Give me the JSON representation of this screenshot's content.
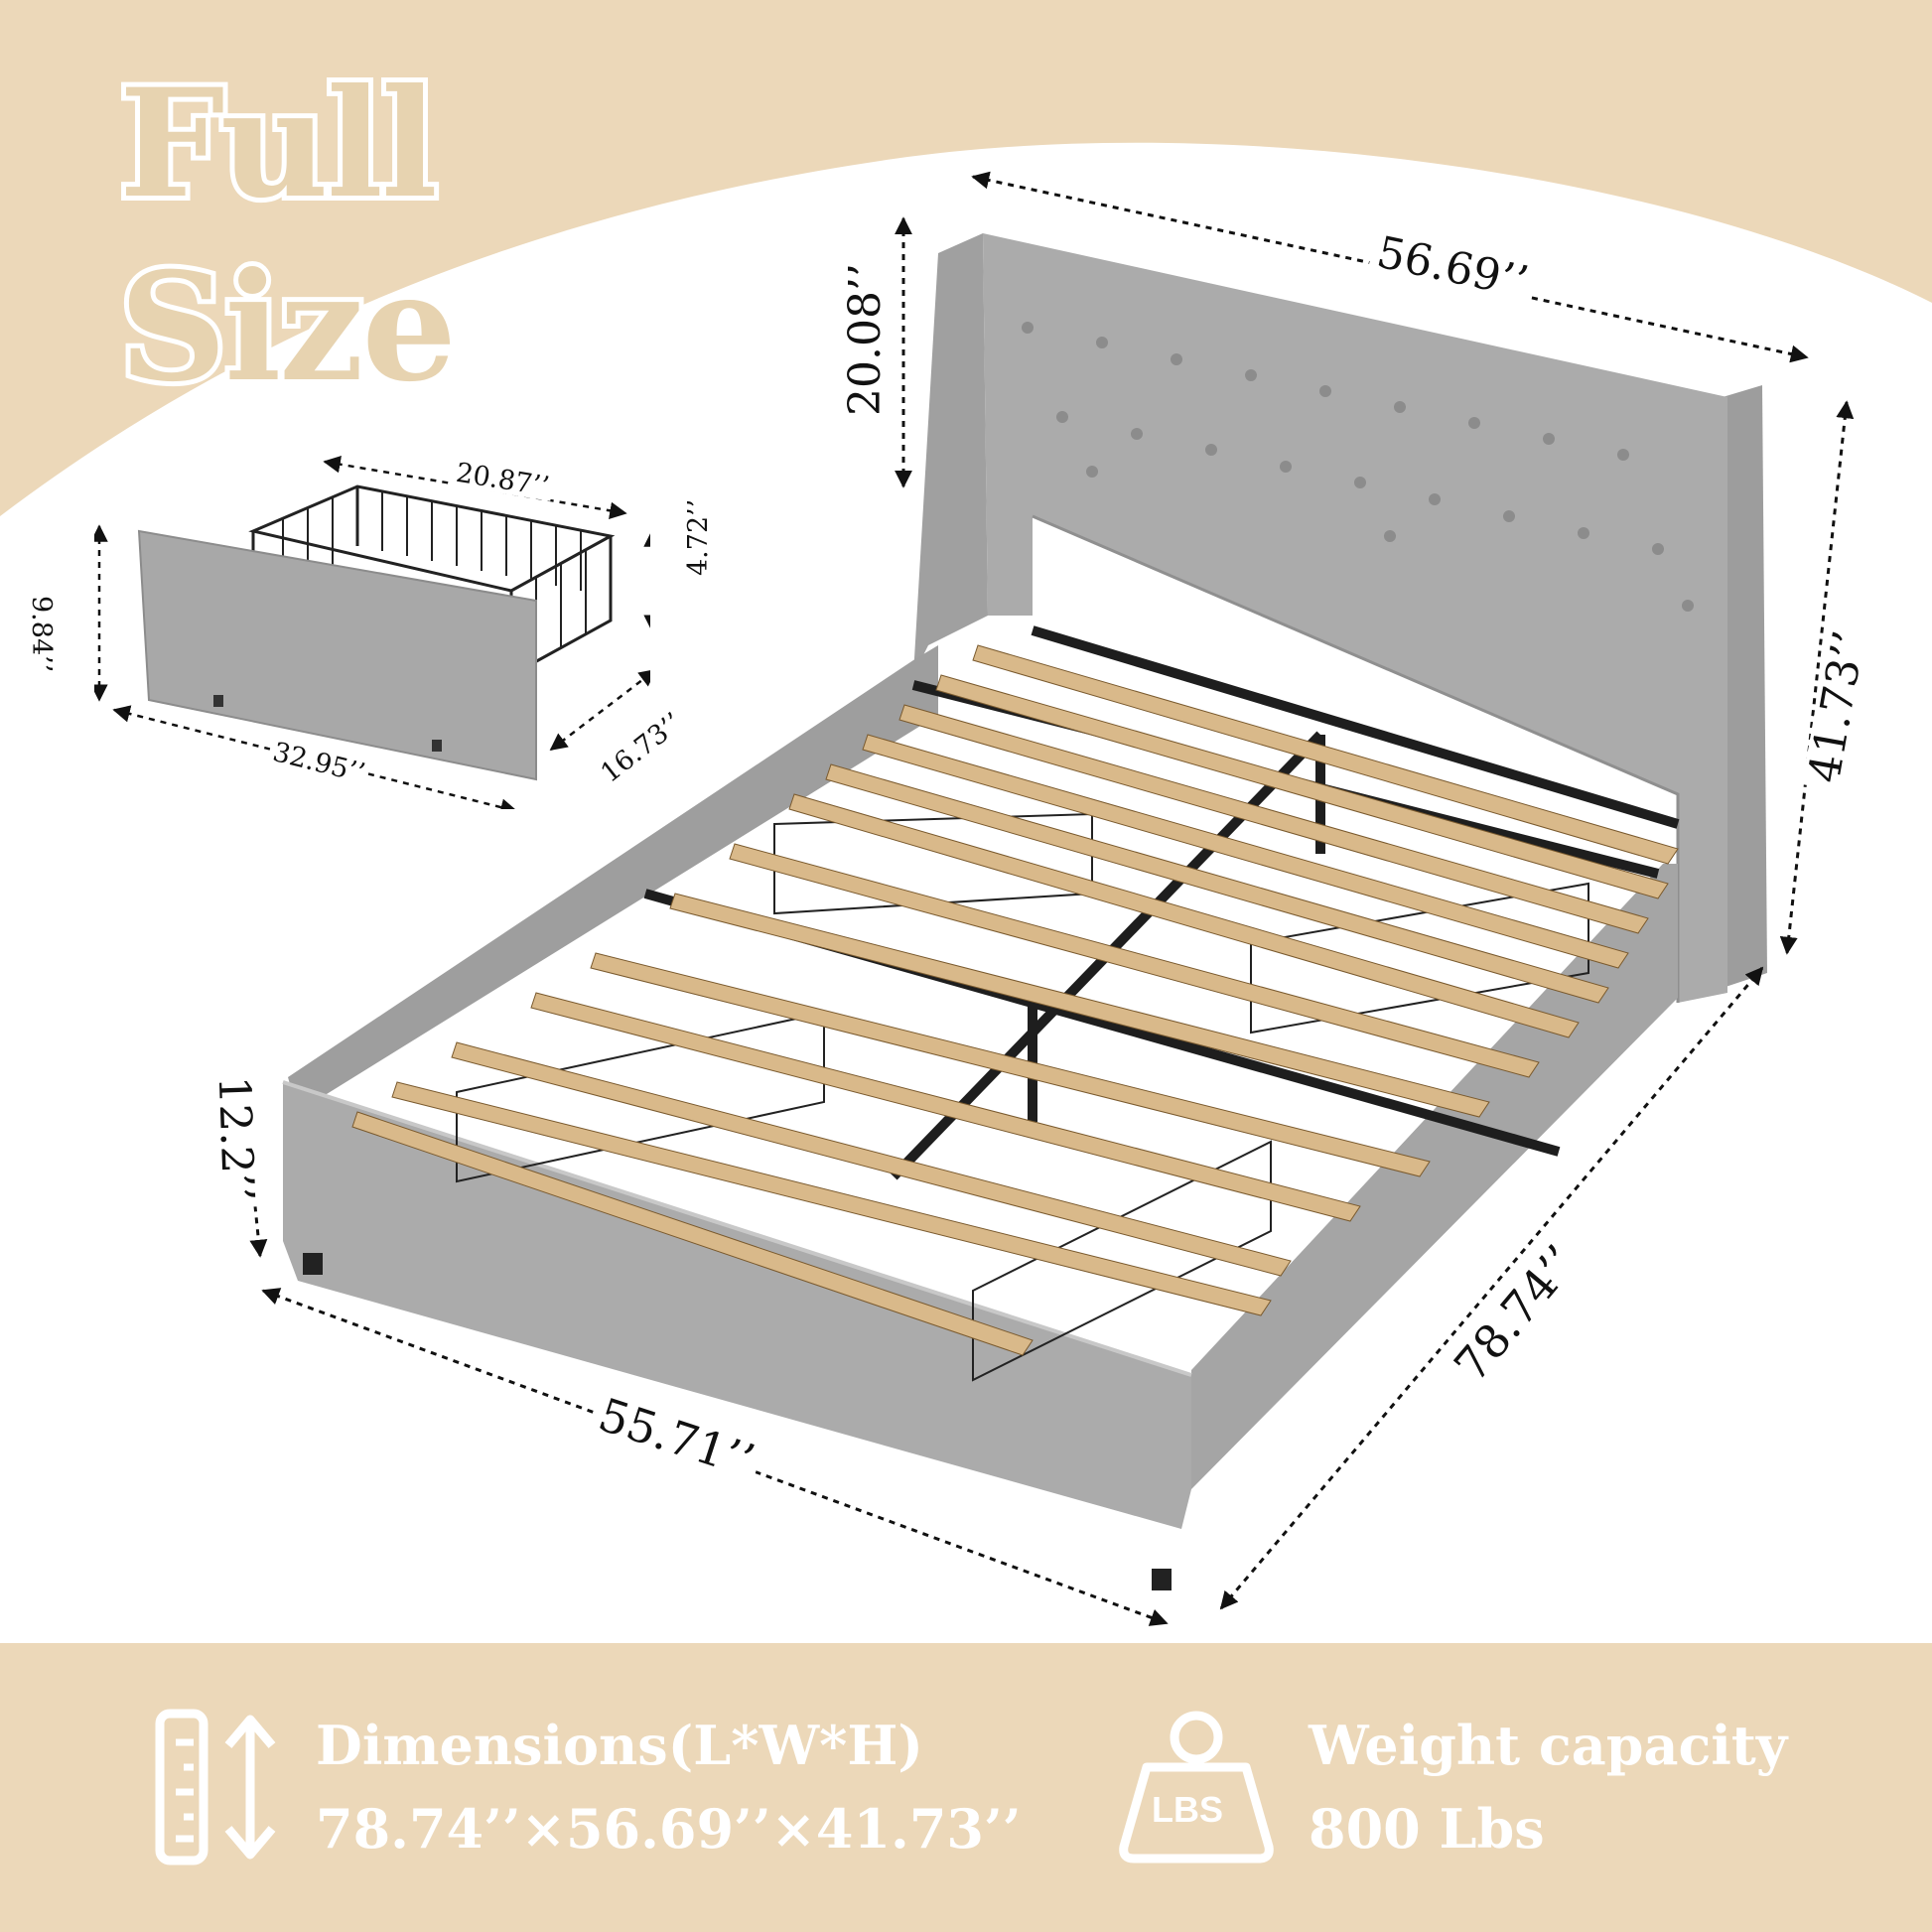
{
  "heading": {
    "line1": "Full",
    "line2": "Size"
  },
  "drawer_dimensions": {
    "basket_width": "20.87’’",
    "front_height": "9.84’’",
    "basket_height": "4.72’’",
    "front_length": "32.95’’",
    "depth": "16.73’’"
  },
  "bed_dimensions": {
    "headboard_width": "56.69’’",
    "headboard_height": "20.08’’",
    "total_height": "41.73’’",
    "rail_height": "12.2’’",
    "frame_width": "55.71’’",
    "length": "78.74’’"
  },
  "footer": {
    "dimensions_label": "Dimensions(L*W*H)",
    "dimensions_value": "78.74’’×56.69’’×41.73’’",
    "weight_icon_text": "LBS",
    "weight_label": "Weight capacity",
    "weight_value": "800 Lbs",
    "icons": [
      "ruler-icon",
      "vertical-arrow-icon",
      "weight-icon"
    ]
  },
  "colors": {
    "beige": "#ecd8b9",
    "upholstery": "#a9a9a9",
    "slat": "#d9b98a",
    "metal": "#1e1e1e"
  }
}
